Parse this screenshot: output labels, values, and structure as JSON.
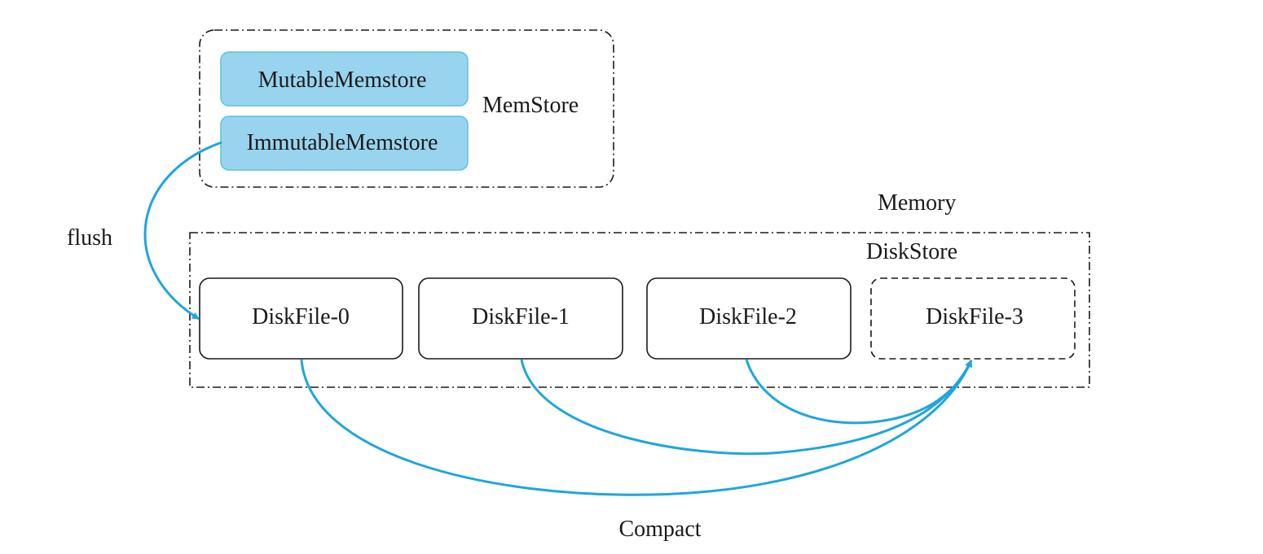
{
  "memstore": {
    "label": "MemStore",
    "mutable": "MutableMemstore",
    "immutable": "ImmutableMemstore"
  },
  "memory_label": "Memory",
  "diskstore": {
    "label": "DiskStore",
    "files": [
      "DiskFile-0",
      "DiskFile-1",
      "DiskFile-2",
      "DiskFile-3"
    ]
  },
  "flush_label": "flush",
  "compact_label": "Compact",
  "colors": {
    "memstore_fill": "#99d4ee",
    "memstore_stroke": "#5bbfe6",
    "arrow": "#1ea6dc",
    "line": "#1a1a1a"
  }
}
